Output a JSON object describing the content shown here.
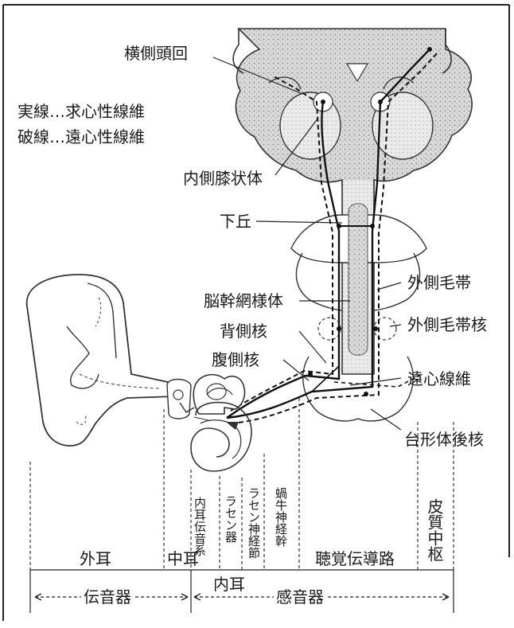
{
  "labels": {
    "transverse_temporal_gyrus": "横側頭回",
    "solid_line": "実線…求心性線維",
    "dashed_line": "破線…遠心性線維",
    "medial_geniculate": "内側膝状体",
    "inferior_colliculus": "下丘",
    "lateral_lemniscus": "外側毛帯",
    "reticular_formation": "脳幹網様体",
    "lateral_lemniscus_nucleus": "外側毛帯核",
    "dorsal_nucleus": "背側核",
    "ventral_nucleus": "腹側核",
    "efferent_fiber": "遠心線維",
    "trapezoid_body_nucleus": "台形体後核"
  },
  "columns": {
    "outer_ear": "外耳",
    "middle_ear": "中耳",
    "inner_ear_conduction": "内耳伝音系",
    "organ_of_corti": "ラセン器",
    "spiral_ganglion": "ラセン神経節",
    "cochlear_nerve_trunk": "蝸牛神経幹",
    "auditory_pathway": "聴覚伝導路",
    "cortical_center": "皮質中枢"
  },
  "bottom": {
    "inner_ear": "内耳",
    "sound_conduction": "伝音器",
    "sound_perception": "感音器"
  }
}
